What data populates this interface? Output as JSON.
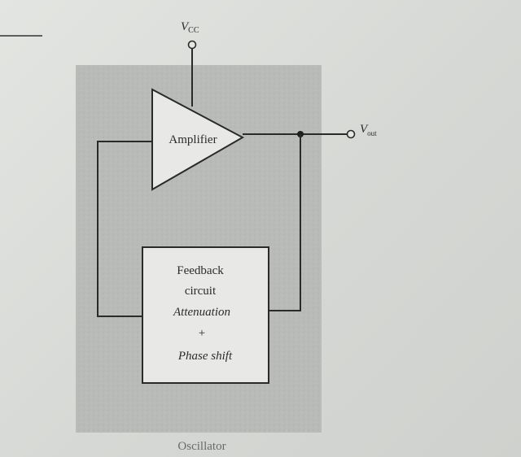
{
  "diagram": {
    "supply_label_main": "V",
    "supply_label_sub": "CC",
    "output_label_main": "V",
    "output_label_sub": "out",
    "amplifier_label": "Amplifier",
    "feedback_title_line1": "Feedback",
    "feedback_title_line2": "circuit",
    "feedback_line3": "Attenuation",
    "feedback_line4": "+",
    "feedback_line5": "Phase shift",
    "caption": "Oscillator"
  },
  "colors": {
    "background": "#d9dbd8",
    "shaded_region": "#b7b9b6",
    "line": "#2a2a2a",
    "box_fill": "#e8e9e6",
    "text": "#2b2b2b",
    "caption_text": "#6a6a6a"
  }
}
